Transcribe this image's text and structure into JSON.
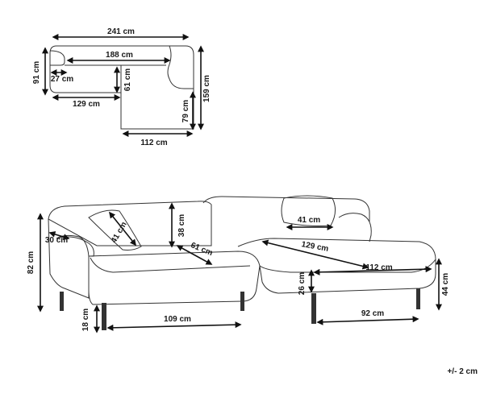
{
  "plan": {
    "total_width": "241 cm",
    "inner_width": "188 cm",
    "depth": "91 cm",
    "arm_width": "27 cm",
    "seat_depth": "61 cm",
    "chaise_length": "159 cm",
    "chaise_extension": "79 cm",
    "seat_section_width": "129 cm",
    "chaise_width": "112 cm"
  },
  "view": {
    "arm_height": "30 cm",
    "total_height": "82 cm",
    "cushion_size": "41 cm",
    "backrest_height": "38 cm",
    "seat_depth": "61 cm",
    "chaise_cushion": "41 cm",
    "chaise_seat_length": "129 cm",
    "chaise_seat_width": "112 cm",
    "seat_thickness": "26 cm",
    "seat_height": "44 cm",
    "leg_height": "18 cm",
    "seat_width": "109 cm",
    "chaise_leg_span": "92 cm"
  },
  "tolerance": "+/- 2 cm"
}
